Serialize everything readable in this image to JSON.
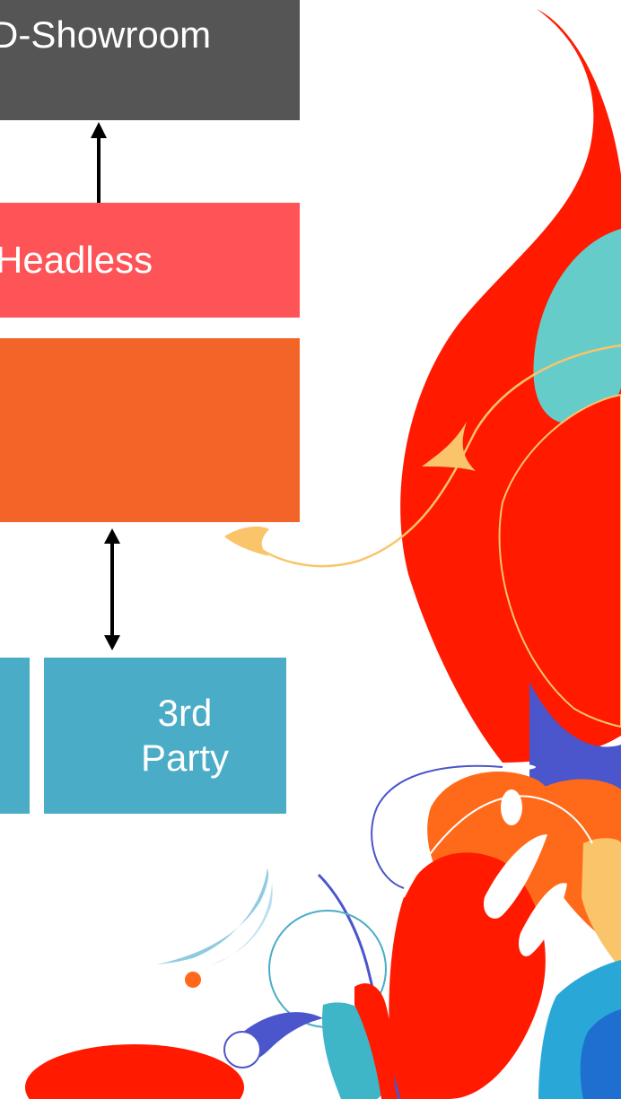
{
  "colors": {
    "showroom_box": "#555555",
    "headless_box": "#ff5457",
    "orange_box": "#f26427",
    "party_box": "#4aacc6",
    "art_red": "#ff1a00",
    "art_teal": "#66ccc9",
    "art_blue": "#4b55cc",
    "art_gold": "#fac46b",
    "art_orange": "#ff6a1a"
  },
  "diagram": {
    "showroom_label": "D-Showroom",
    "headless_label": "Headless",
    "orange_label": "",
    "left_label": "",
    "third_party_line1": "3rd",
    "third_party_line2": "Party"
  },
  "icons": {
    "arrow_up": "arrow-up-icon",
    "arrow_both": "arrow-updown-icon"
  }
}
